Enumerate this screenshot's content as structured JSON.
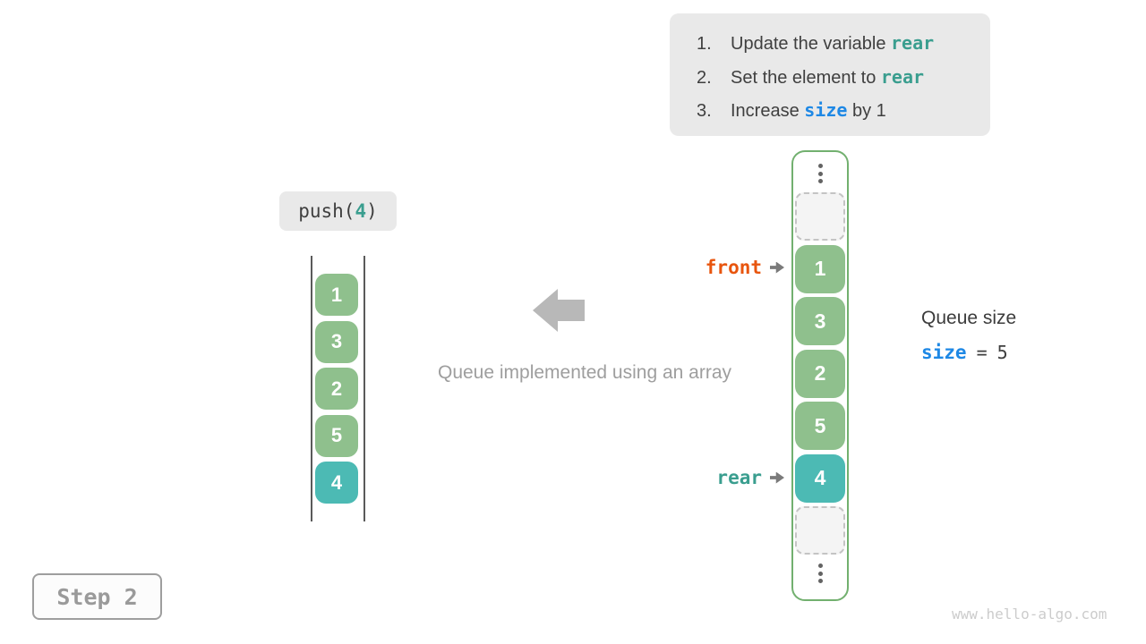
{
  "instructions": {
    "items": [
      {
        "num": "1.",
        "pre": "Update the variable ",
        "code": "rear",
        "post": ""
      },
      {
        "num": "2.",
        "pre": "Set the element to ",
        "code": "rear",
        "post": ""
      },
      {
        "num": "3.",
        "pre": "Increase ",
        "code": "size",
        "post": " by 1"
      }
    ]
  },
  "push_label": {
    "fn": "push(",
    "arg": "4",
    "close": ")"
  },
  "left_stack": {
    "values": [
      "1",
      "3",
      "2",
      "5",
      "4"
    ]
  },
  "caption": "Queue implemented using an array",
  "right_array": {
    "slots": [
      {
        "type": "empty",
        "value": ""
      },
      {
        "type": "green",
        "value": "1"
      },
      {
        "type": "green",
        "value": "3"
      },
      {
        "type": "green",
        "value": "2"
      },
      {
        "type": "green",
        "value": "5"
      },
      {
        "type": "teal",
        "value": "4"
      },
      {
        "type": "empty",
        "value": ""
      }
    ]
  },
  "pointers": {
    "front": {
      "label": "front"
    },
    "rear": {
      "label": "rear"
    }
  },
  "queue_size": {
    "title": "Queue size",
    "var": "size",
    "equals": "=",
    "value": "5"
  },
  "step": {
    "label": "Step 2"
  },
  "watermark": "www.hello-algo.com",
  "icons": {
    "left_arrow": "left-block-arrow",
    "ellipsis": "vertical-ellipsis",
    "pointer": "right-arrow-triangle"
  },
  "colors": {
    "cell_green": "#8fc08d",
    "cell_teal": "#4cbab4",
    "array_border": "#72b06f",
    "front_label": "#e8550e",
    "rear_label": "#3a9e8f",
    "code_teal": "#3a9e8f",
    "code_blue": "#1e88e5",
    "box_gray": "#e9e9e9",
    "arrow_gray": "#b8b8b8",
    "caption_gray": "#9e9e9e"
  }
}
